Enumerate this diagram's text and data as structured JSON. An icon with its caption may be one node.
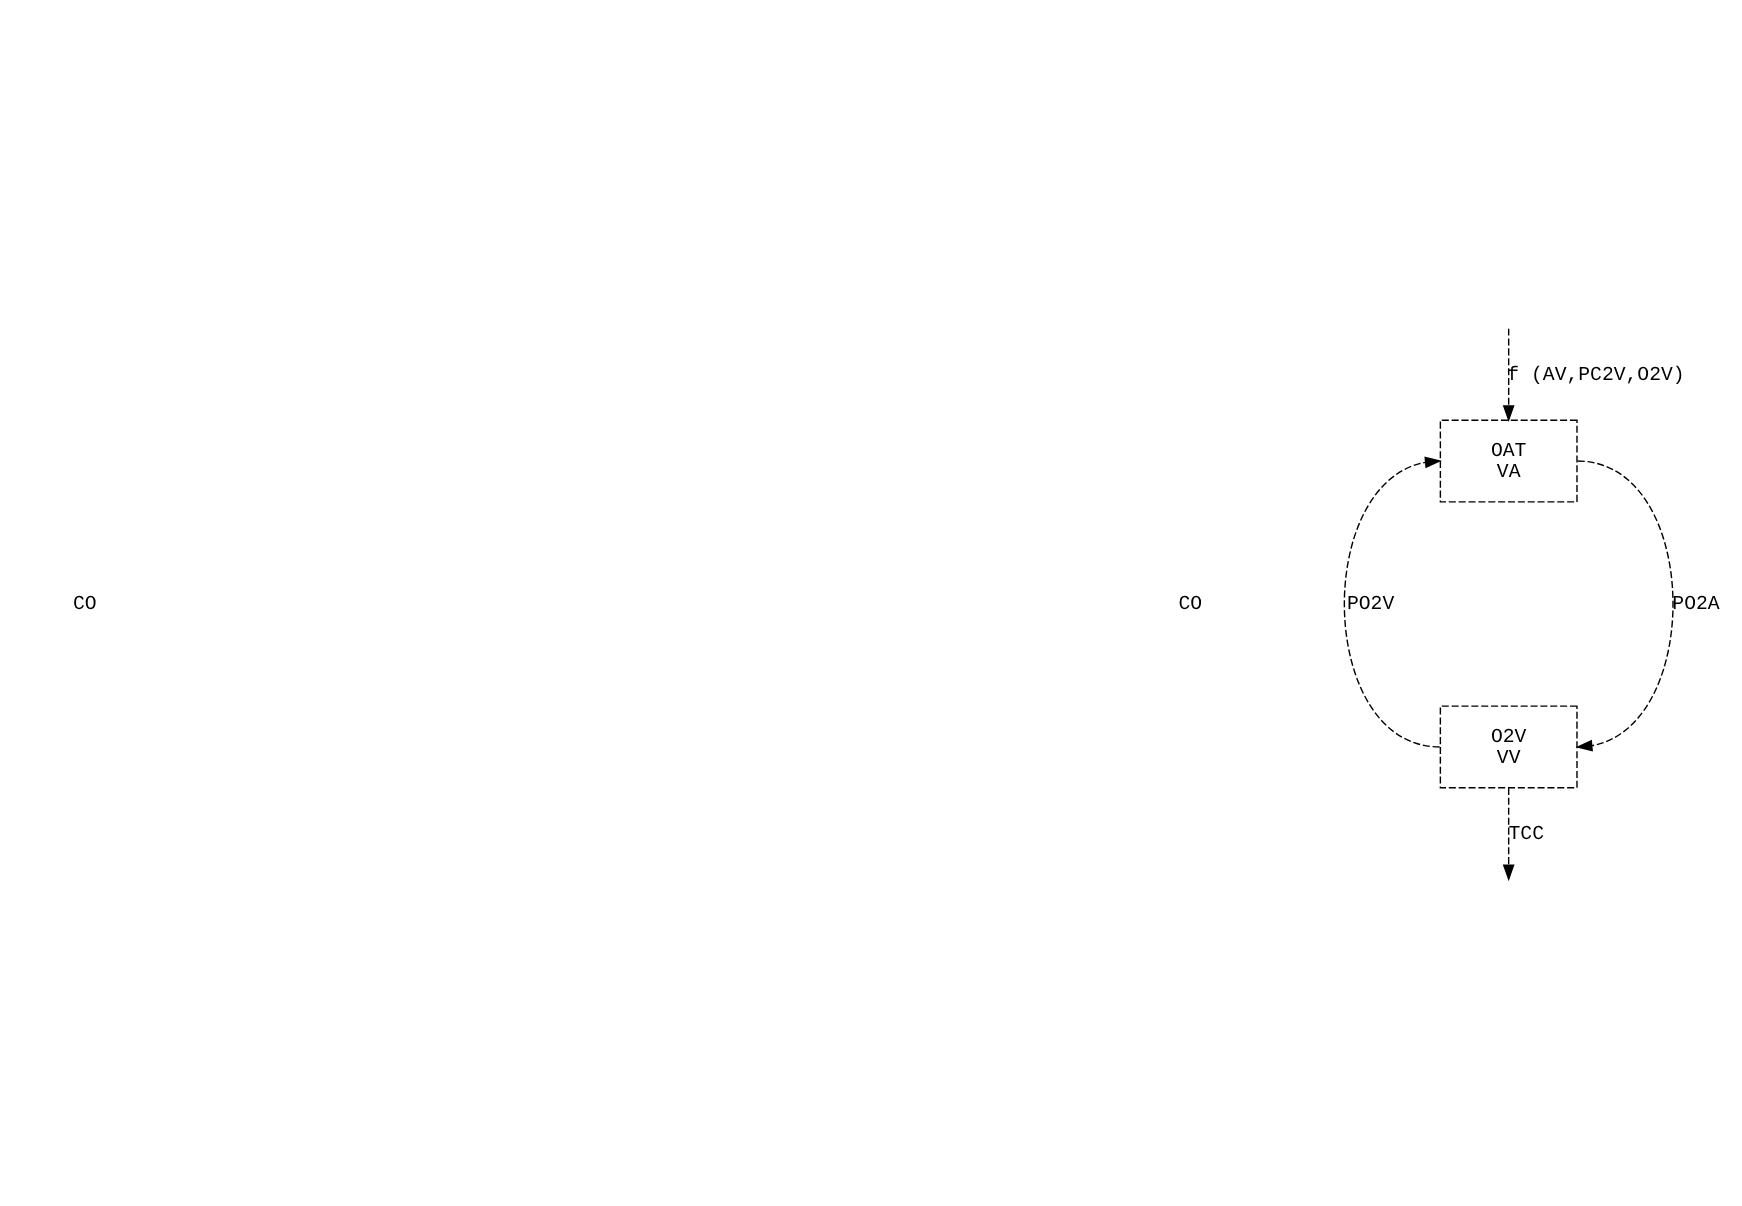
{
  "diagram": {
    "nodes": [
      {
        "text": [
          "OAT",
          "VA"
        ]
      },
      {
        "text": [
          "O2V",
          "VV"
        ]
      }
    ],
    "edges": [
      {
        "from": null,
        "to": 0,
        "arrow": "to",
        "label": "f (AV,PC2V,O2V)"
      },
      {
        "from": 1,
        "to": 0,
        "arrow": "to",
        "label": "PO2V"
      },
      {
        "from": 0,
        "to": 1,
        "arrow": "to",
        "label": "PO2A"
      },
      {
        "from": 1,
        "to": null,
        "arrow": "to",
        "label": "TCC"
      }
    ],
    "labels": [
      "CO",
      "CO"
    ]
  }
}
